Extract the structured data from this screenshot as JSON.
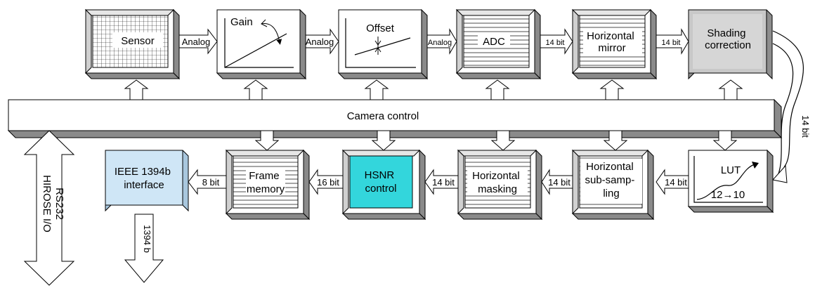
{
  "colors": {
    "background": "#ffffff",
    "line": "#000000",
    "box_face": "#ffffff",
    "side_light": "#d8d8d8",
    "side_dark": "#8a8a8a",
    "shading_face": "#c8c8c8",
    "hsnr_face": "#33d6dc",
    "ieee_face": "#cfe6f6"
  },
  "blocks": {
    "sensor": "Sensor",
    "gain": "Gain",
    "offset": "Offset",
    "adc": "ADC",
    "horizontal_mirror": [
      "Horizontal",
      "mirror"
    ],
    "shading_correction": [
      "Shading",
      "correction"
    ],
    "camera_control": "Camera control",
    "lut": "LUT",
    "lut_conversion": "12→10",
    "horizontal_subsampling": [
      "Horizontal",
      "sub-samp-",
      "ling"
    ],
    "horizontal_masking": [
      "Horizontal",
      "masking"
    ],
    "hsnr_control": [
      "HSNR",
      "control"
    ],
    "frame_memory": [
      "Frame",
      "memory"
    ],
    "ieee_interface": [
      "IEEE 1394b",
      "interface"
    ]
  },
  "arrows": {
    "sensor_to_gain": "Analog",
    "gain_to_offset": "Analog",
    "offset_to_adc": "Analog",
    "adc_to_mirror": "14 bit",
    "mirror_to_shading": "14 bit",
    "shading_to_lut": "14 bit",
    "lut_to_subsampling": "14 bit",
    "subsampling_to_masking": "14 bit",
    "masking_to_hsnr": "14 bit",
    "hsnr_to_frame": "16 bit",
    "frame_to_ieee": "8 bit",
    "ieee_out": "1394 b",
    "io_bus": [
      "HIROSE I/O",
      "RS232"
    ]
  }
}
